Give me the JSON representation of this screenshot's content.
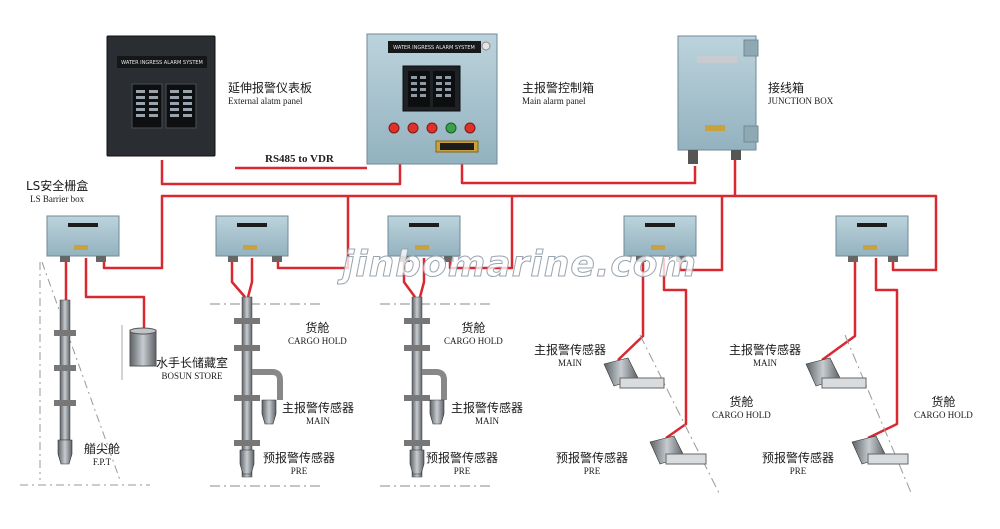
{
  "panels": {
    "external": {
      "plate": "WATER INGRESS ALARM SYSTEM",
      "label_zh": "延伸报警仪表板",
      "label_en": "External alatm panel"
    },
    "main": {
      "plate": "WATER INGRESS ALARM SYSTEM",
      "label_zh": "主报警控制箱",
      "label_en": "Main alarm panel"
    },
    "junction": {
      "label_zh": "接线箱",
      "label_en": "JUNCTION BOX"
    }
  },
  "link": {
    "rs485": "RS485 to VDR"
  },
  "barrier": {
    "label_zh": "LS安全栅盒",
    "label_en": "LS Barrier box"
  },
  "bosun": {
    "label_zh": "水手长储藏室",
    "label_en": "BOSUN STORE"
  },
  "fpt": {
    "label_zh": "艏尖舱",
    "label_en": "F.P.T"
  },
  "hold_label": {
    "zh": "货舱",
    "en": "CARGO HOLD"
  },
  "main_sensor": {
    "zh": "主报警传感器",
    "en": "MAIN"
  },
  "pre_sensor": {
    "zh": "预报警传感器",
    "en": "PRE"
  },
  "watermark": "jinbomarine.com",
  "colors": {
    "cable": "#d9282f",
    "enclosure": "#a9c4cf",
    "panel_dark": "#1e2125",
    "led_red": "#e0302a",
    "led_green": "#3aa04a"
  }
}
